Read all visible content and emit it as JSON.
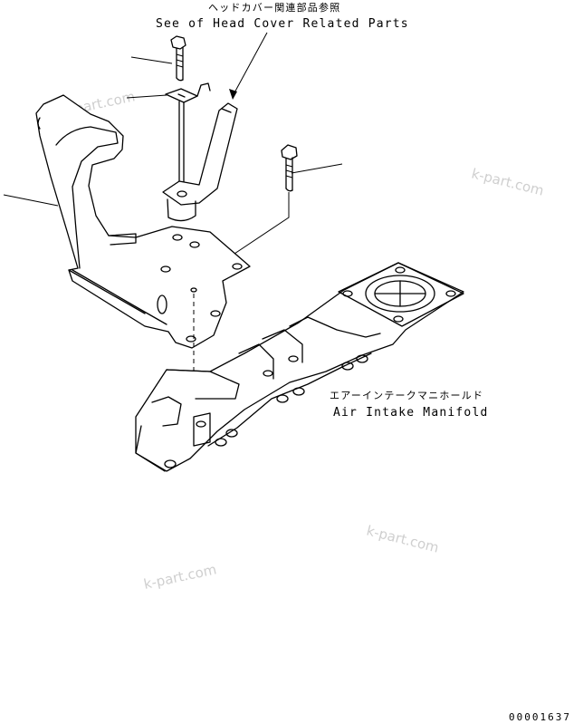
{
  "callouts": {
    "head_cover_jp": "ヘッドカバー関連部品参照",
    "head_cover_en": "See of Head Cover Related Parts",
    "manifold_jp": "エアーインテークマニホールド",
    "manifold_en": "Air Intake Manifold"
  },
  "watermarks": [
    "k-part.com",
    "k-part.com",
    "k-part.com",
    "k-part.com"
  ],
  "drawing_code": "00001637"
}
